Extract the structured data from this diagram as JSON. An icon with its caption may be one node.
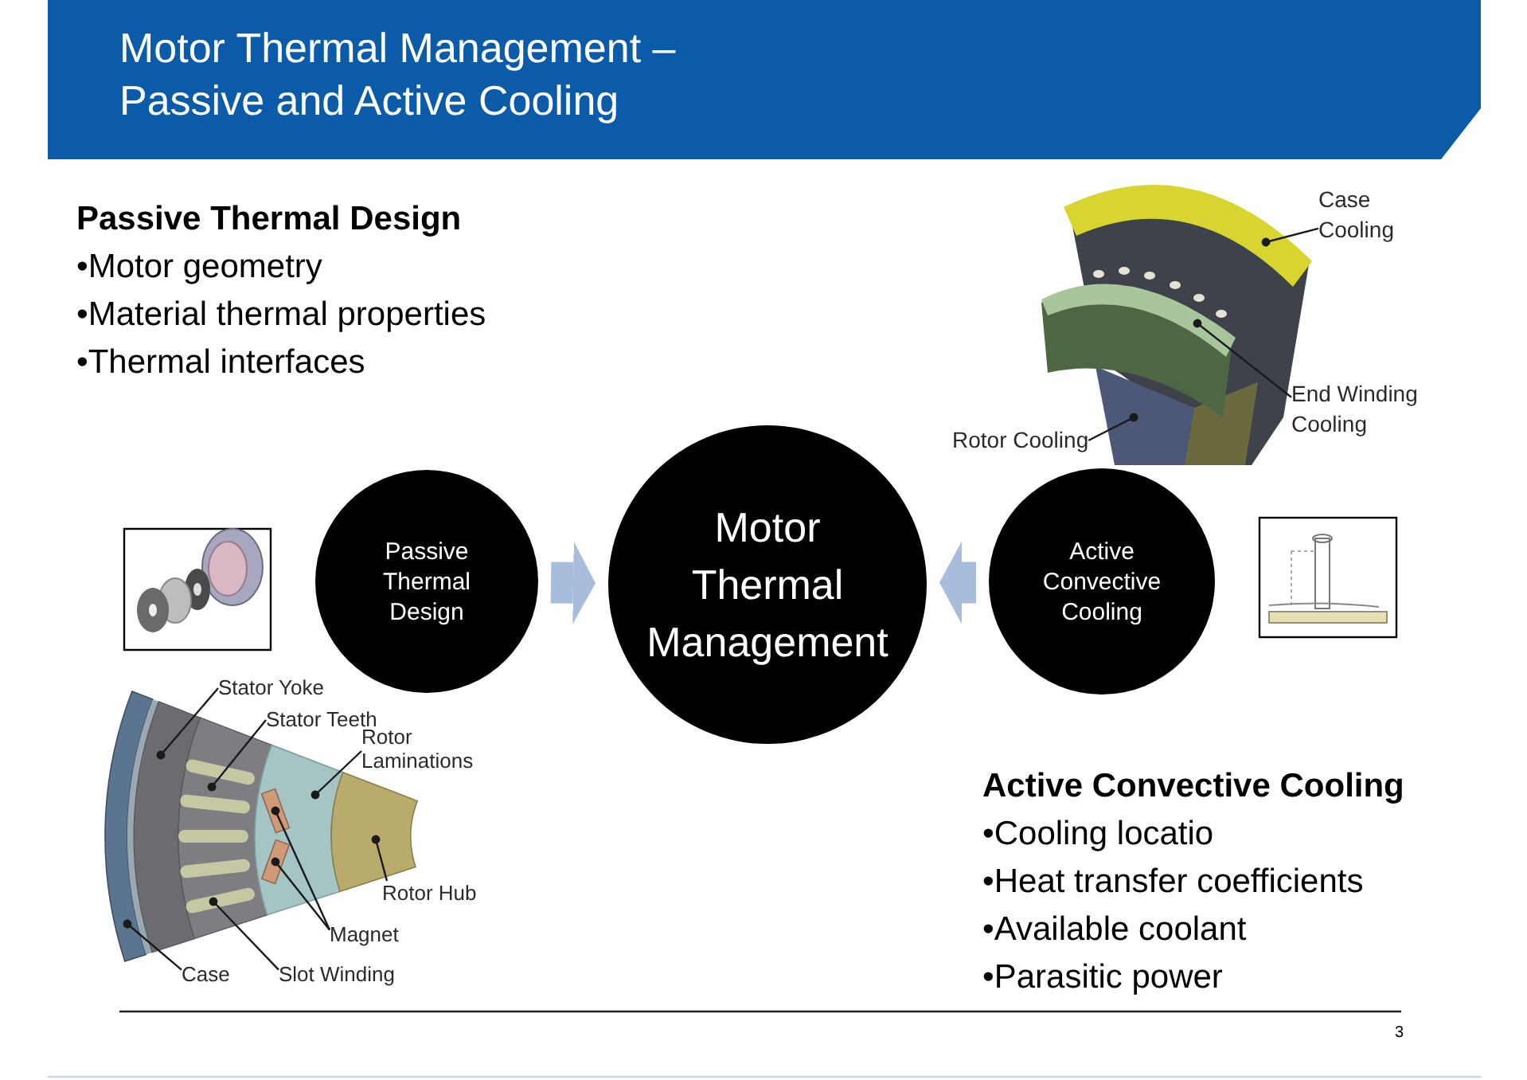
{
  "diagram": {
    "title": "Motor Thermal Management – Passive and Active Cooling",
    "nodes": [
      {
        "text": [
          "Case Cooling"
        ]
      },
      {
        "text": [
          "End Winding Cooling"
        ]
      },
      {
        "text": [
          "Rotor Cooling"
        ]
      },
      {
        "text": [
          "Passive Thermal Design"
        ]
      },
      {
        "text": [
          "Motor Thermal Management"
        ]
      },
      {
        "text": [
          "Active Convective Cooling"
        ]
      },
      {
        "text": [
          "Stator Yoke"
        ]
      },
      {
        "text": [
          "Stator Teeth"
        ]
      },
      {
        "text": [
          "Rotor Laminations"
        ]
      },
      {
        "text": [
          "Rotor Hub"
        ]
      },
      {
        "text": [
          "Magnet"
        ]
      },
      {
        "text": [
          "Case"
        ]
      },
      {
        "text": [
          "Slot Winding"
        ]
      }
    ],
    "edges": [
      {
        "from": 3,
        "to": 4,
        "arrow": "to",
        "style": "thick",
        "color": "#a8bcdc"
      },
      {
        "from": 5,
        "to": 4,
        "arrow": "to",
        "style": "thick",
        "color": "#a8bcdc"
      },
      {
        "from": 0,
        "to": null,
        "arrow": "other"
      },
      {
        "from": 1,
        "to": null,
        "arrow": "other"
      },
      {
        "from": 2,
        "to": null,
        "arrow": "other"
      },
      {
        "from": 6,
        "to": null,
        "arrow": "other"
      },
      {
        "from": 7,
        "to": null,
        "arrow": "other"
      },
      {
        "from": 8,
        "to": null,
        "arrow": "other"
      },
      {
        "from": 9,
        "to": null,
        "arrow": "other"
      },
      {
        "from": 10,
        "to": null,
        "arrow": "other"
      },
      {
        "from": 10,
        "to": null,
        "arrow": "other"
      },
      {
        "from": 11,
        "to": null,
        "arrow": "other"
      },
      {
        "from": 12,
        "to": null,
        "arrow": "other"
      }
    ],
    "labels": [
      "Passive Thermal Design",
      "•Motor geometry",
      "•Material thermal properties",
      "•Thermal interfaces",
      "Active Convective Cooling",
      "•Cooling locatio",
      "•Heat transfer coefficients",
      "•Available coolant",
      "•Parasitic power",
      "3"
    ]
  }
}
